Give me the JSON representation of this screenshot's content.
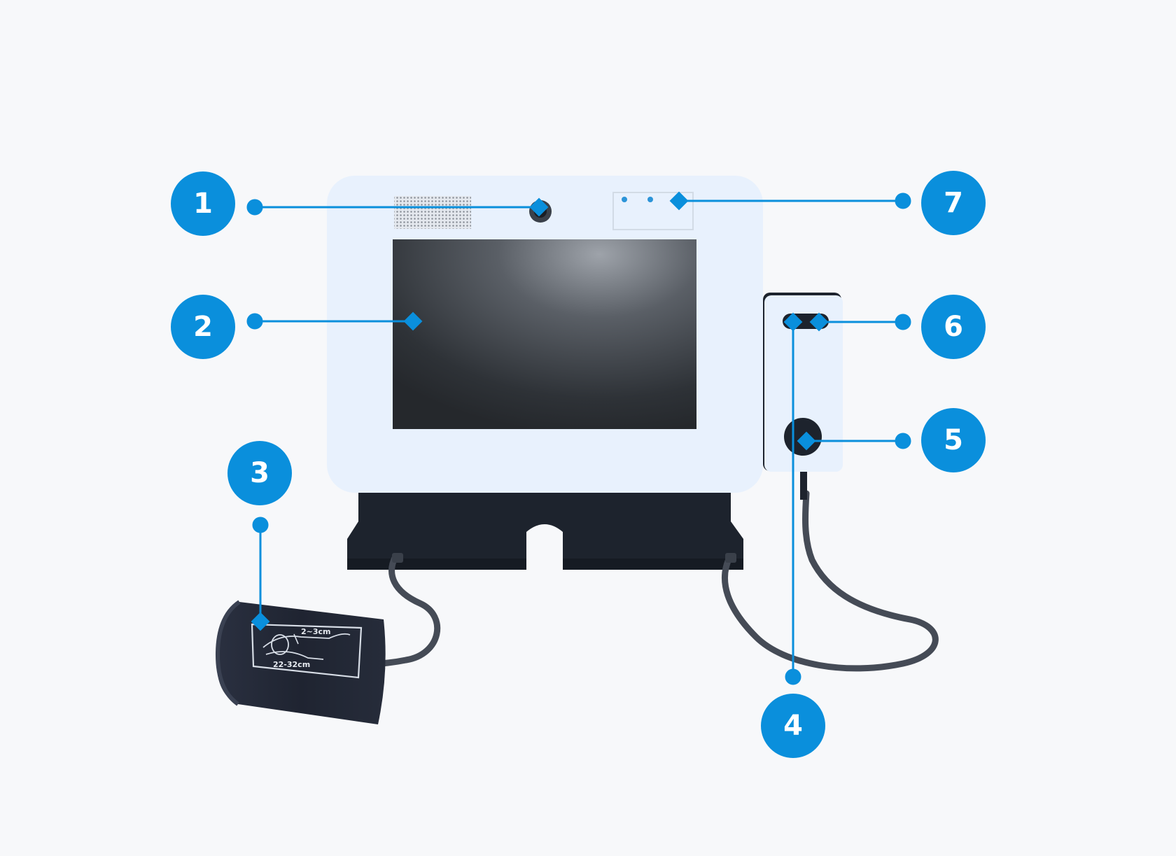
{
  "diagram": {
    "accent_color": "#0a8fdc",
    "device_color": "#e8f1fd",
    "base_color": "#1d232d",
    "markers": [
      {
        "id": "1",
        "label": "1"
      },
      {
        "id": "2",
        "label": "2"
      },
      {
        "id": "3",
        "label": "3"
      },
      {
        "id": "4",
        "label": "4"
      },
      {
        "id": "5",
        "label": "5"
      },
      {
        "id": "6",
        "label": "6"
      },
      {
        "id": "7",
        "label": "7"
      }
    ],
    "cuff": {
      "size_label": "22-32cm",
      "gap_label": "2~3cm"
    }
  }
}
